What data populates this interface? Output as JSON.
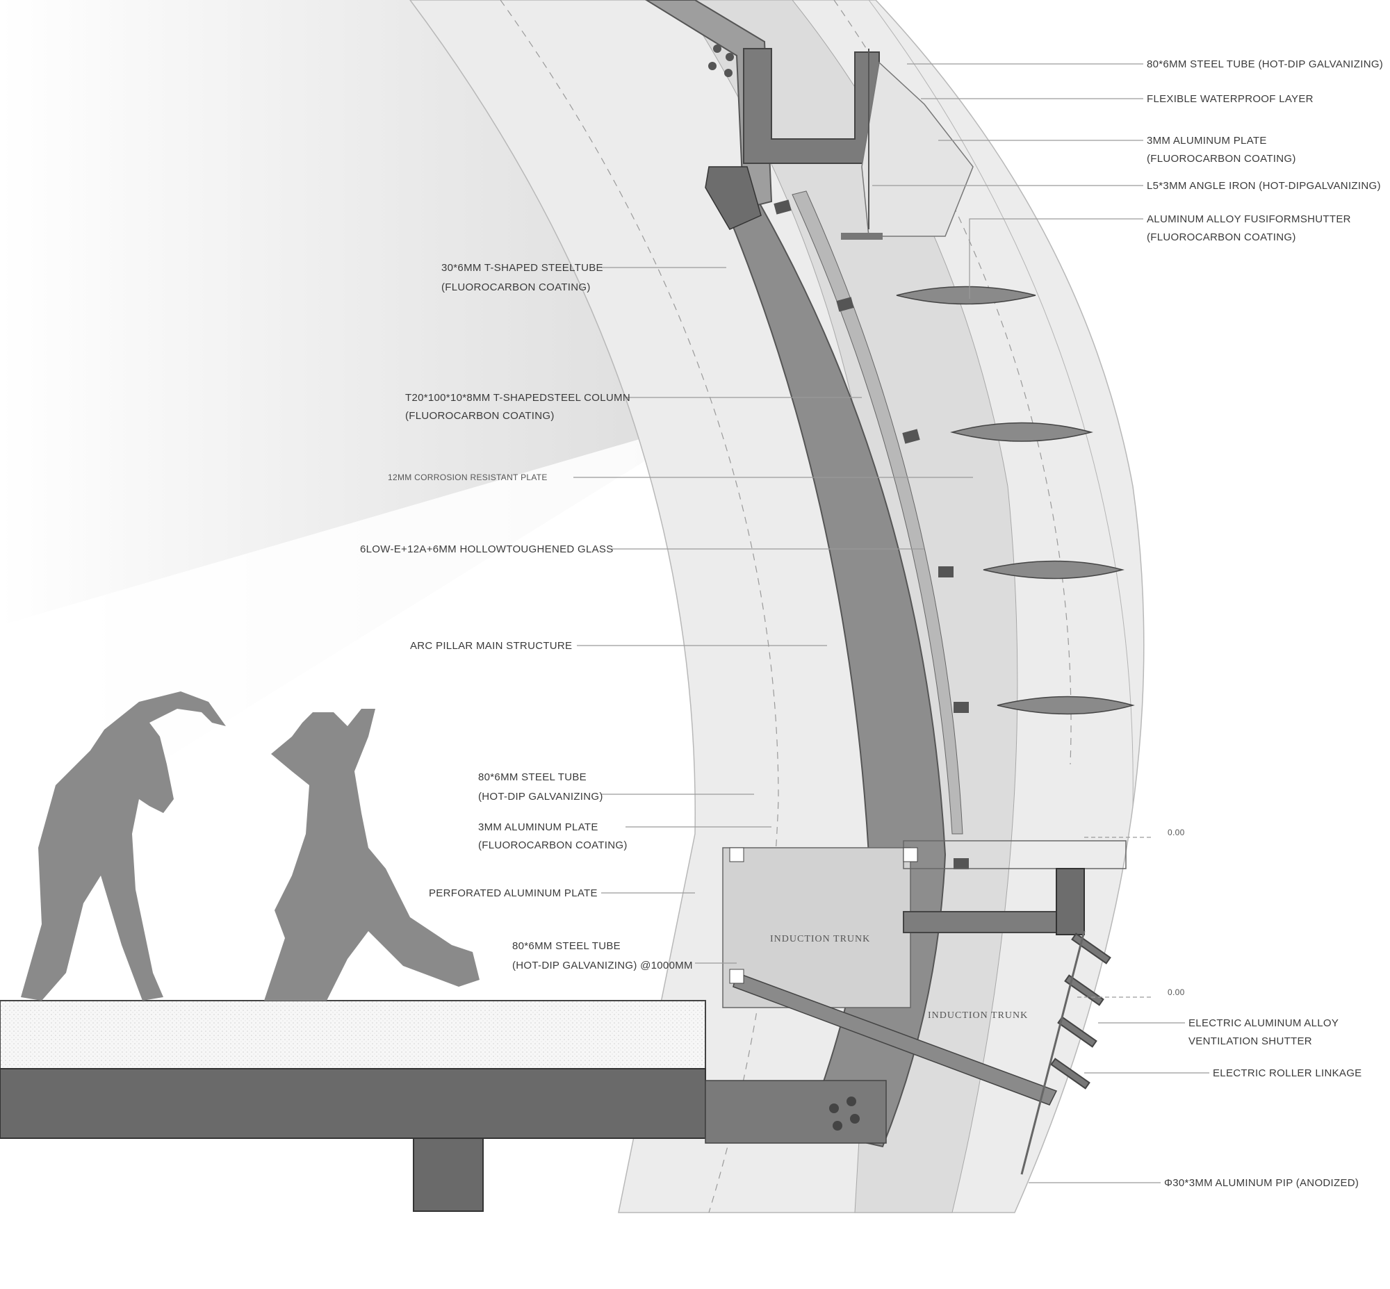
{
  "labels_right": [
    {
      "id": "steel-tube-top",
      "lines": [
        "80*6mm STEEL TUBE (HOT-DIP GALVANIZING)"
      ]
    },
    {
      "id": "waterproof-layer",
      "lines": [
        "FLEXIBLE WATERPROOF LAYER"
      ]
    },
    {
      "id": "aluminum-plate-top",
      "lines": [
        "3mm ALUMINUM PLATE",
        "(FLUOROCARBON COATING)"
      ]
    },
    {
      "id": "angle-iron",
      "lines": [
        "L5*3mm ANGLE IRON (HOT-DIPGALVANIZING)"
      ]
    },
    {
      "id": "fusiform-shutter",
      "lines": [
        "ALUMINUM ALLOY FUSIFORMSHUTTER",
        "(FLUOROCARBON COATING)"
      ]
    },
    {
      "id": "ventilation-shutter",
      "lines": [
        "ELECTRIC ALUMINUM ALLOY",
        "VENTILATION SHUTTER"
      ]
    },
    {
      "id": "roller-linkage",
      "lines": [
        "ELECTRIC ROLLER LINKAGE"
      ]
    },
    {
      "id": "aluminum-pip",
      "lines": [
        "φ30*3mm ALUMINUM PIP (ANODIZED)"
      ]
    }
  ],
  "labels_left": [
    {
      "id": "t-steel-tube",
      "lines": [
        "30*6mm T-SHAPED STEELTUBE",
        "(FLUOROCARBON COATING)"
      ]
    },
    {
      "id": "t-steel-column",
      "lines": [
        "T20*100*10*8mm T-SHAPEDSTEEL COLUMN",
        "(FLUOROCARBON COATING)"
      ]
    },
    {
      "id": "corrosion-plate",
      "lines": [
        "12mm CORROSION RESISTANT PLATE"
      ]
    },
    {
      "id": "glass",
      "lines": [
        "6LOW-E+12A+6MM HOLLOWTOUGHENED GLASS"
      ]
    },
    {
      "id": "arc-pillar",
      "lines": [
        "ARC PILLAR MAIN STRUCTURE"
      ]
    },
    {
      "id": "steel-tube-bottom",
      "lines": [
        "80*6mm STEEL TUBE",
        "(HOT-DIP GALVANIZING)"
      ]
    },
    {
      "id": "aluminum-plate-bottom",
      "lines": [
        "3mm ALUMINUM PLATE",
        "(FLUOROCARBON COATING)"
      ]
    },
    {
      "id": "perforated-plate",
      "lines": [
        "PERFORATED ALUMINUM PLATE"
      ]
    },
    {
      "id": "steel-tube-spaced",
      "lines": [
        "80*6mm STEEL TUBE",
        "(HOT-DIP GALVANIZING) @1000mm"
      ]
    }
  ],
  "trunk_labels": [
    "INDUCTION TRUNK",
    "INDUCTION TRUNK"
  ],
  "elevation_marks": [
    "0.00",
    "0.00"
  ],
  "colors": {
    "structure_dark": "#6f6f6f",
    "structure_mid": "#9c9c9c",
    "band_light": "#e6e6e6",
    "slab": "#6a6a6a",
    "silhouette": "#8a8a8a",
    "leader": "#9a9a9a"
  }
}
